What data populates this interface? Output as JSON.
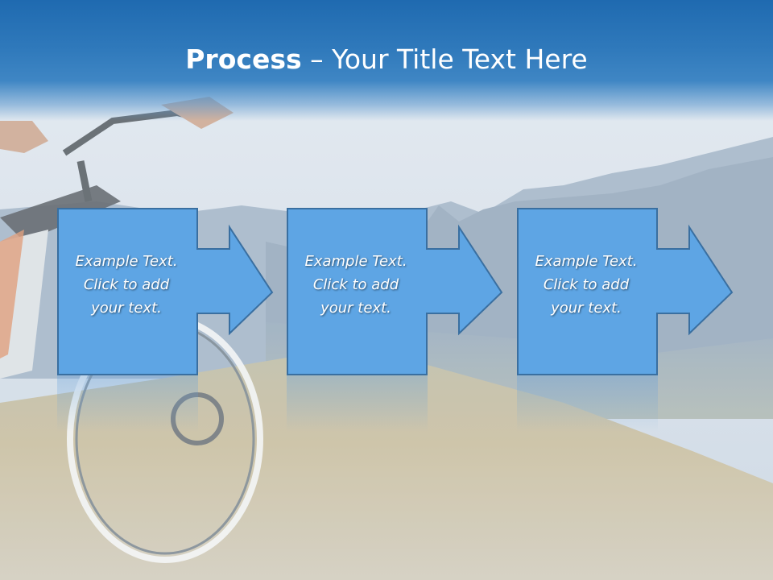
{
  "slide": {
    "title_bold": "Process",
    "title_rest": " – Your Title Text Here"
  },
  "steps": [
    {
      "line1": "Example Text.",
      "line2": "Click  to add",
      "line3": "your text."
    },
    {
      "line1": "Example Text.",
      "line2": "Click  to add",
      "line3": "your text."
    },
    {
      "line1": "Example Text.",
      "line2": "Click  to add",
      "line3": "your text."
    }
  ],
  "colors": {
    "header": "#2a74b8",
    "box_fill": "#5ea5e4",
    "box_stroke": "#3a6fa0",
    "title_text": "#ffffff"
  },
  "background": {
    "description_icon": "mountain-bike-photo"
  }
}
